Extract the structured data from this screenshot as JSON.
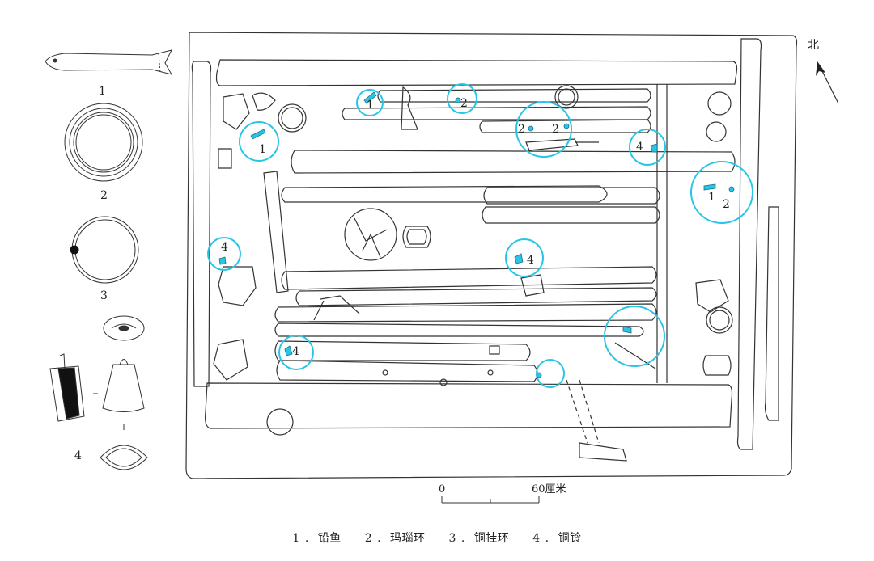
{
  "legend_artifacts": [
    {
      "number": "1",
      "name": "铅鱼"
    },
    {
      "number": "2",
      "name": "玛瑙环"
    },
    {
      "number": "3",
      "name": "铜挂环"
    },
    {
      "number": "4",
      "name": "铜铃"
    }
  ],
  "side_panel_labels": [
    "1",
    "2",
    "3",
    "4"
  ],
  "north_label": "北",
  "scale_bar": {
    "start": "0",
    "end": "60厘米"
  },
  "marker_labels": {
    "lead_fish": "1",
    "agate_ring": "2",
    "bronze_bell": "4"
  },
  "highlight_color": "#29c5e6"
}
